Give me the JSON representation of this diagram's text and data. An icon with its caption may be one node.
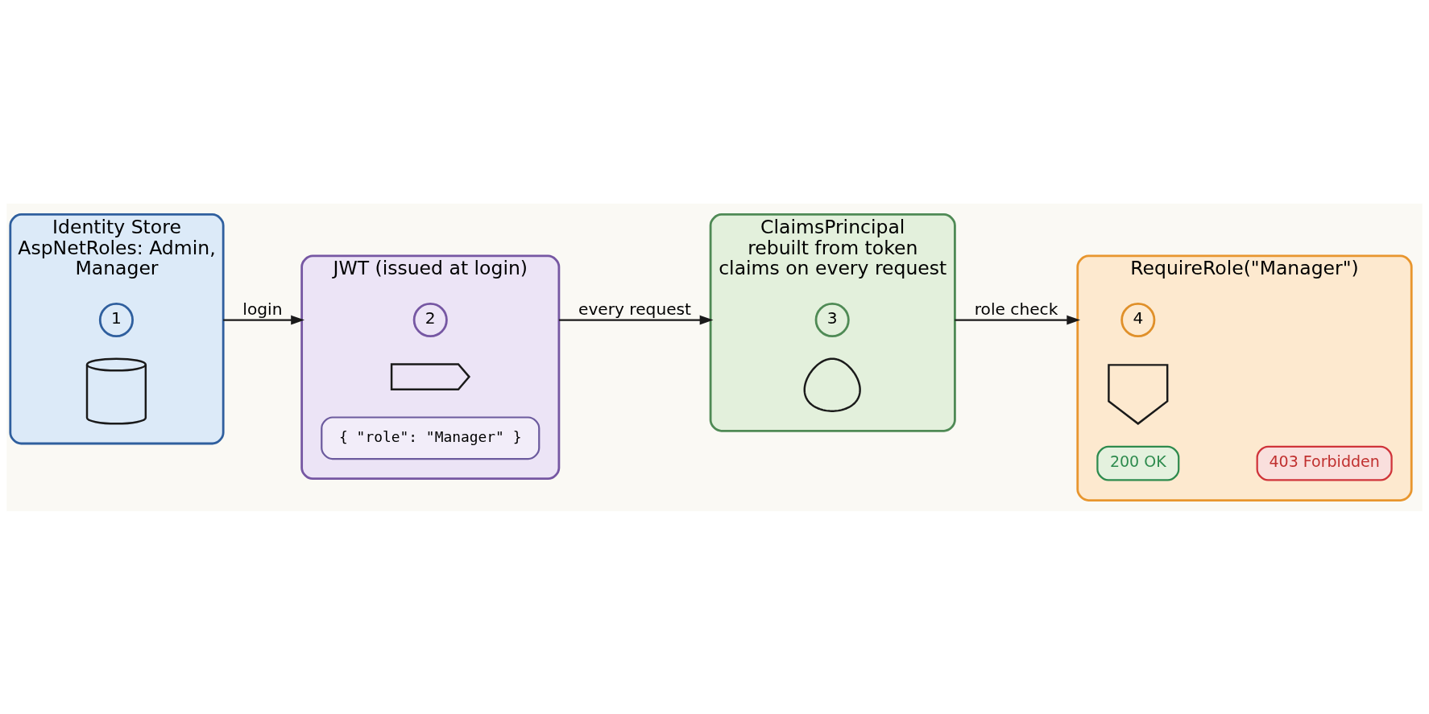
{
  "diagram": {
    "nodes": [
      {
        "text": [
          "Identity Store",
          "AspNetRoles: Admin, Manager"
        ]
      },
      {
        "text": [
          "1"
        ],
        "in": 0
      },
      {
        "text": [],
        "shape": "cylinder",
        "in": 0
      },
      {
        "text": [
          "JWT (issued at login)"
        ]
      },
      {
        "text": [
          "2"
        ],
        "in": 3
      },
      {
        "text": [],
        "shape": "picture",
        "in": 3
      },
      {
        "text": [
          "{ \"role\": \"Manager\" }"
        ],
        "in": 3
      },
      {
        "text": [
          "ClaimsPrincipal",
          "rebuilt from token claims on every request"
        ]
      },
      {
        "text": [
          "3"
        ],
        "in": 7
      },
      {
        "text": [],
        "shape": "person",
        "in": 7
      },
      {
        "text": [
          "RequireRole(\"Manager\")"
        ]
      },
      {
        "text": [
          "4"
        ],
        "in": 10
      },
      {
        "text": [],
        "shape": "picture",
        "in": 10
      },
      {
        "text": [
          "200 OK"
        ],
        "in": 10
      },
      {
        "text": [
          "403 Forbidden"
        ],
        "in": 10
      }
    ],
    "edges": [
      {
        "from": 0,
        "to": 3,
        "arrow": "to",
        "label": "login"
      },
      {
        "from": 3,
        "to": 7,
        "arrow": "to",
        "label": "every request"
      },
      {
        "from": 7,
        "to": 10,
        "arrow": "to",
        "label": "role check"
      }
    ]
  }
}
